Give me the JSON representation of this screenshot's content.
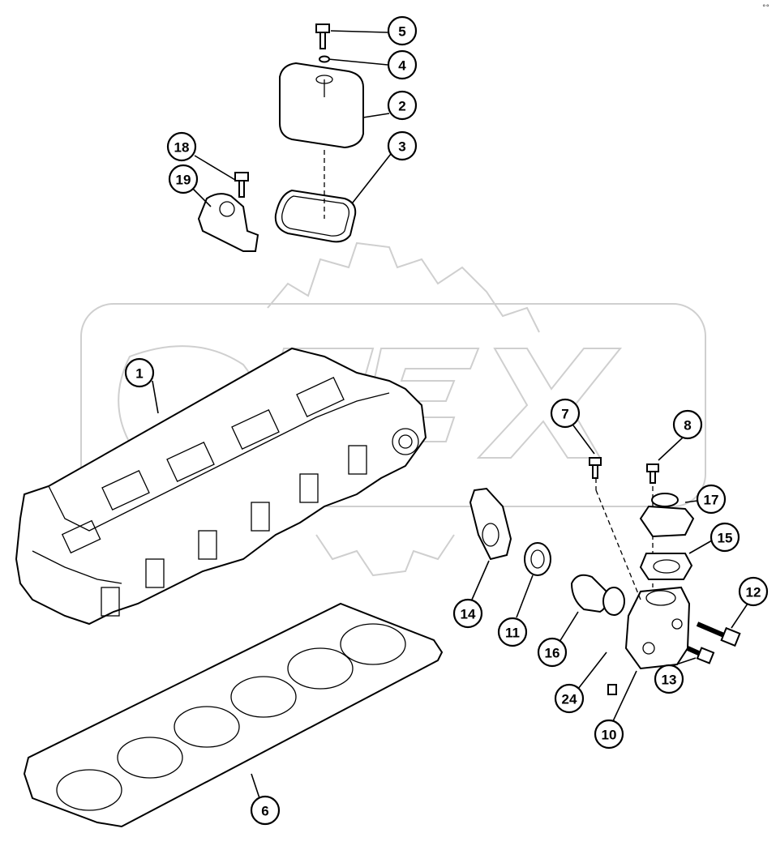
{
  "diagram": {
    "corner_mark": "°°",
    "callouts": [
      {
        "id": "c1",
        "label": "1"
      },
      {
        "id": "c2",
        "label": "2"
      },
      {
        "id": "c3",
        "label": "3"
      },
      {
        "id": "c4",
        "label": "4"
      },
      {
        "id": "c5",
        "label": "5"
      },
      {
        "id": "c6",
        "label": "6"
      },
      {
        "id": "c7",
        "label": "7"
      },
      {
        "id": "c8",
        "label": "8"
      },
      {
        "id": "c10",
        "label": "10"
      },
      {
        "id": "c11",
        "label": "11"
      },
      {
        "id": "c12",
        "label": "12"
      },
      {
        "id": "c13",
        "label": "13"
      },
      {
        "id": "c14",
        "label": "14"
      },
      {
        "id": "c15",
        "label": "15"
      },
      {
        "id": "c16",
        "label": "16"
      },
      {
        "id": "c17",
        "label": "17"
      },
      {
        "id": "c18",
        "label": "18"
      },
      {
        "id": "c19",
        "label": "19"
      },
      {
        "id": "c24",
        "label": "24"
      }
    ]
  }
}
